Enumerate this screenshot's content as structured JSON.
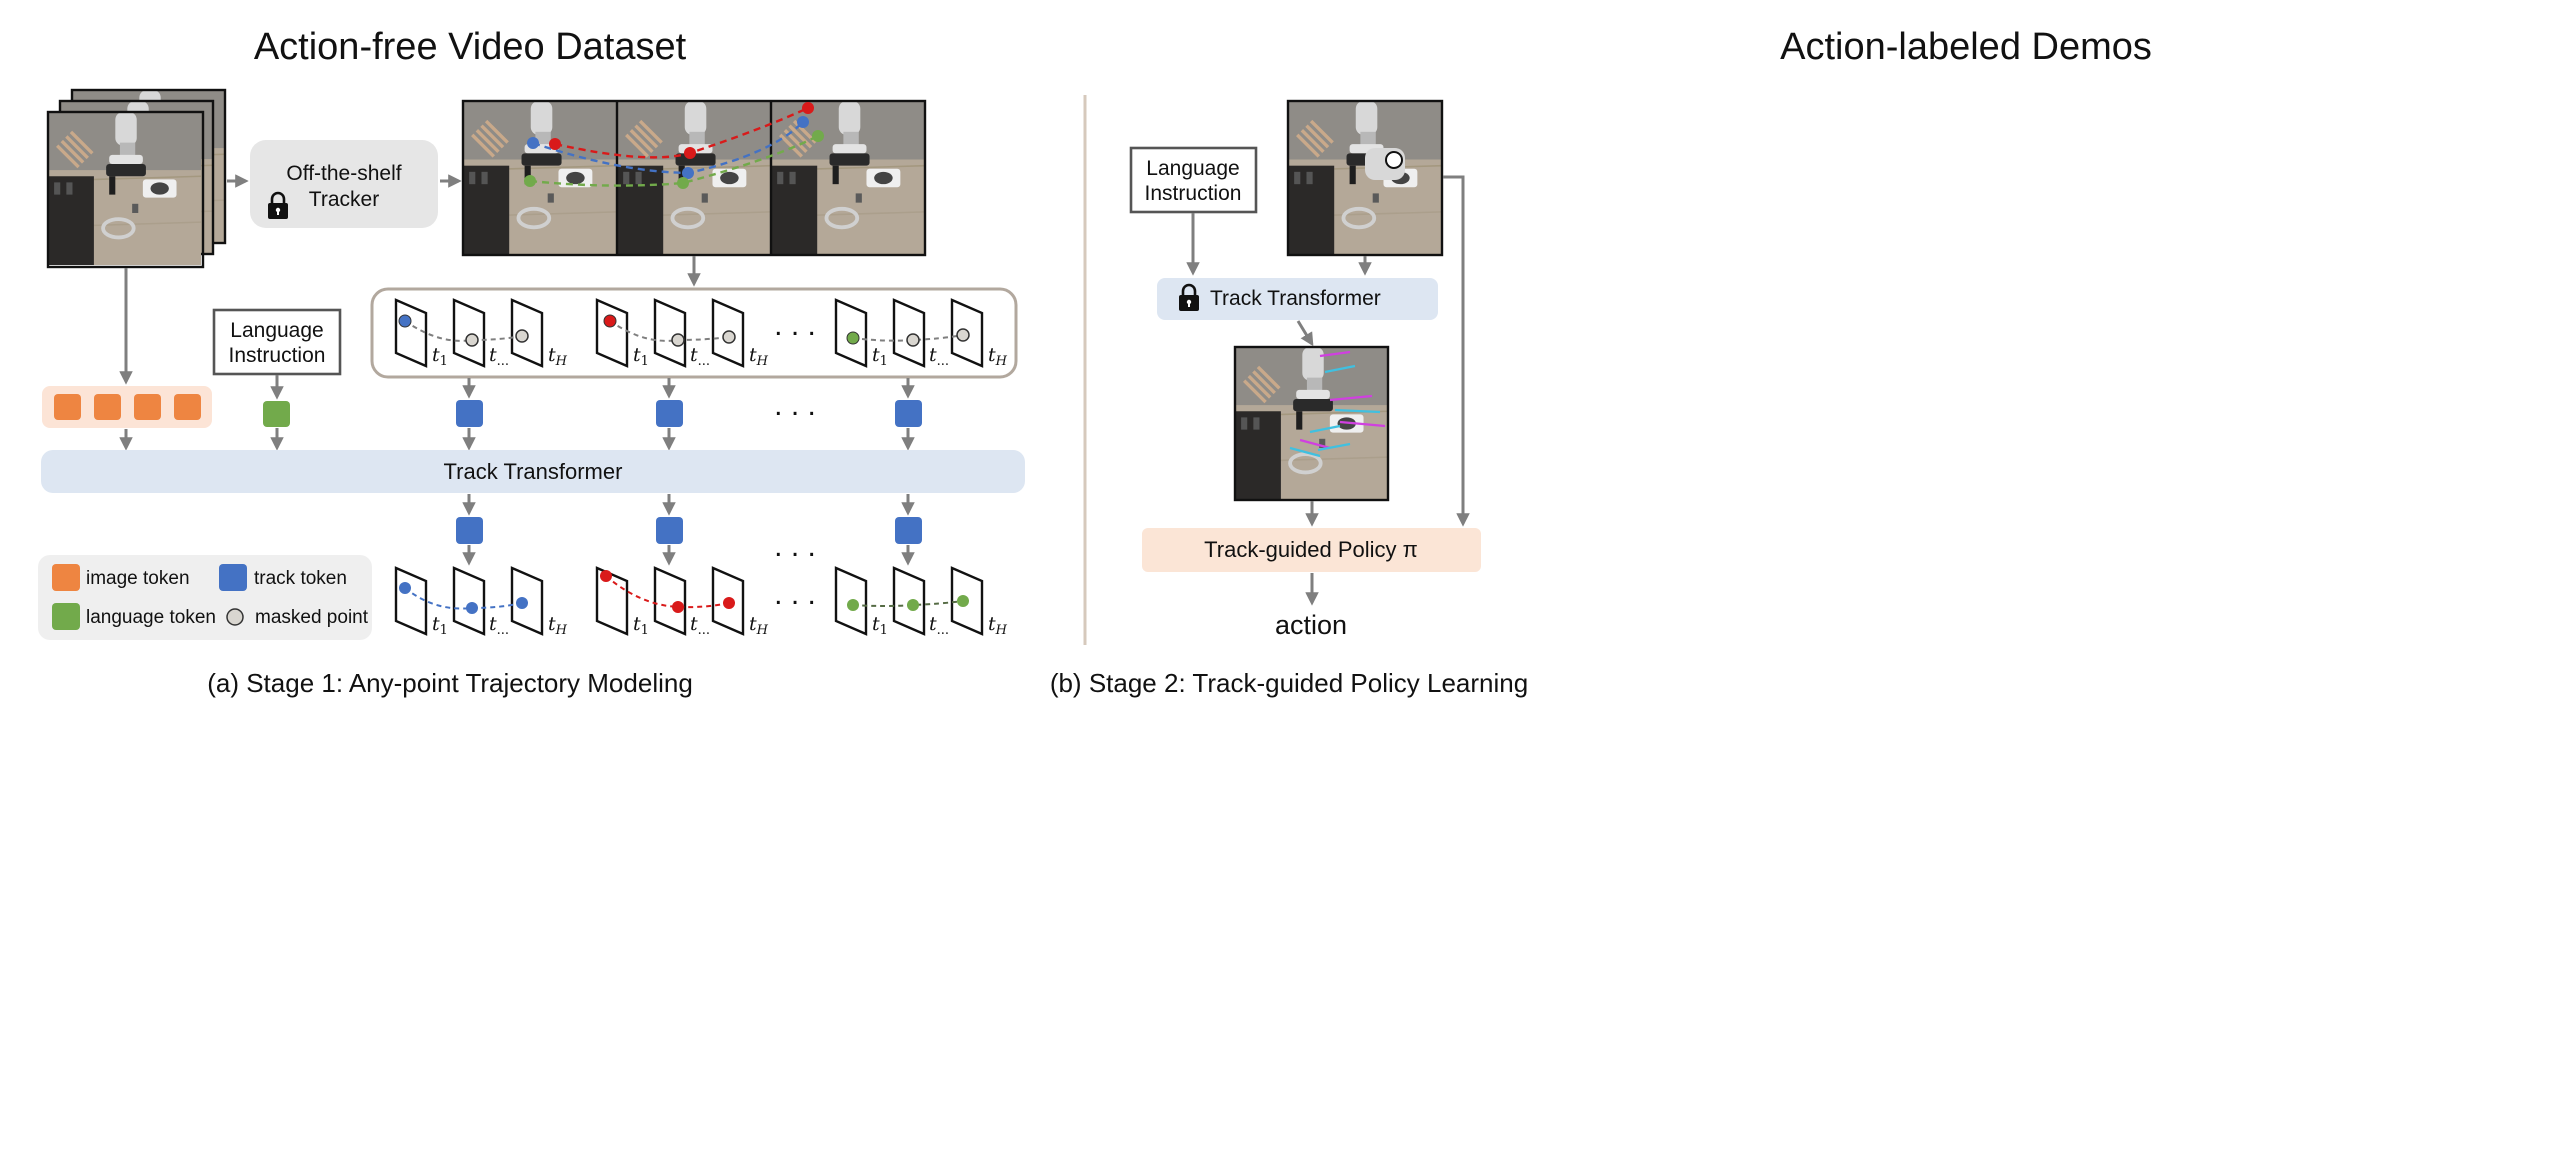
{
  "colors": {
    "image_token": "#EE8541",
    "language_token": "#72AA4B",
    "track_token": "#4472C4",
    "masked_point": "#D9D6D0",
    "red_point": "#D91A1A",
    "track_transformer_bg": "#DDE6F2",
    "policy_bg": "#FBE5D6",
    "image_token_bg": "#FCE4D6",
    "legend_bg": "#EFEFEF",
    "tracker_bg": "#E6E6E6",
    "divider": "#D6C9BC",
    "arrow": "#7F7F7F"
  },
  "stage1": {
    "title": "Action-free Video Dataset",
    "tracker": {
      "line1": "Off-the-shelf",
      "line2": "Tracker",
      "icon": "lock-icon"
    },
    "language_instruction": {
      "line1": "Language",
      "line2": "Instruction"
    },
    "track_transformer": "Track Transformer",
    "frame_labels": {
      "first": "t",
      "first_sub": "1",
      "mid": "t",
      "mid_sub": "...",
      "last": "t",
      "last_sub": "H"
    },
    "ellipsis": ". . .",
    "caption": "(a) Stage 1: Any-point Trajectory Modeling",
    "legend": {
      "image_token": "image token",
      "track_token": "track token",
      "language_token": "language token",
      "masked_point": "masked point"
    }
  },
  "stage2": {
    "title": "Action-labeled Demos",
    "language_instruction": {
      "line1": "Language",
      "line2": "Instruction"
    },
    "track_transformer": "Track Transformer",
    "policy": "Track-guided Policy π",
    "action": "action",
    "caption": "(b) Stage 2: Track-guided Policy Learning"
  }
}
